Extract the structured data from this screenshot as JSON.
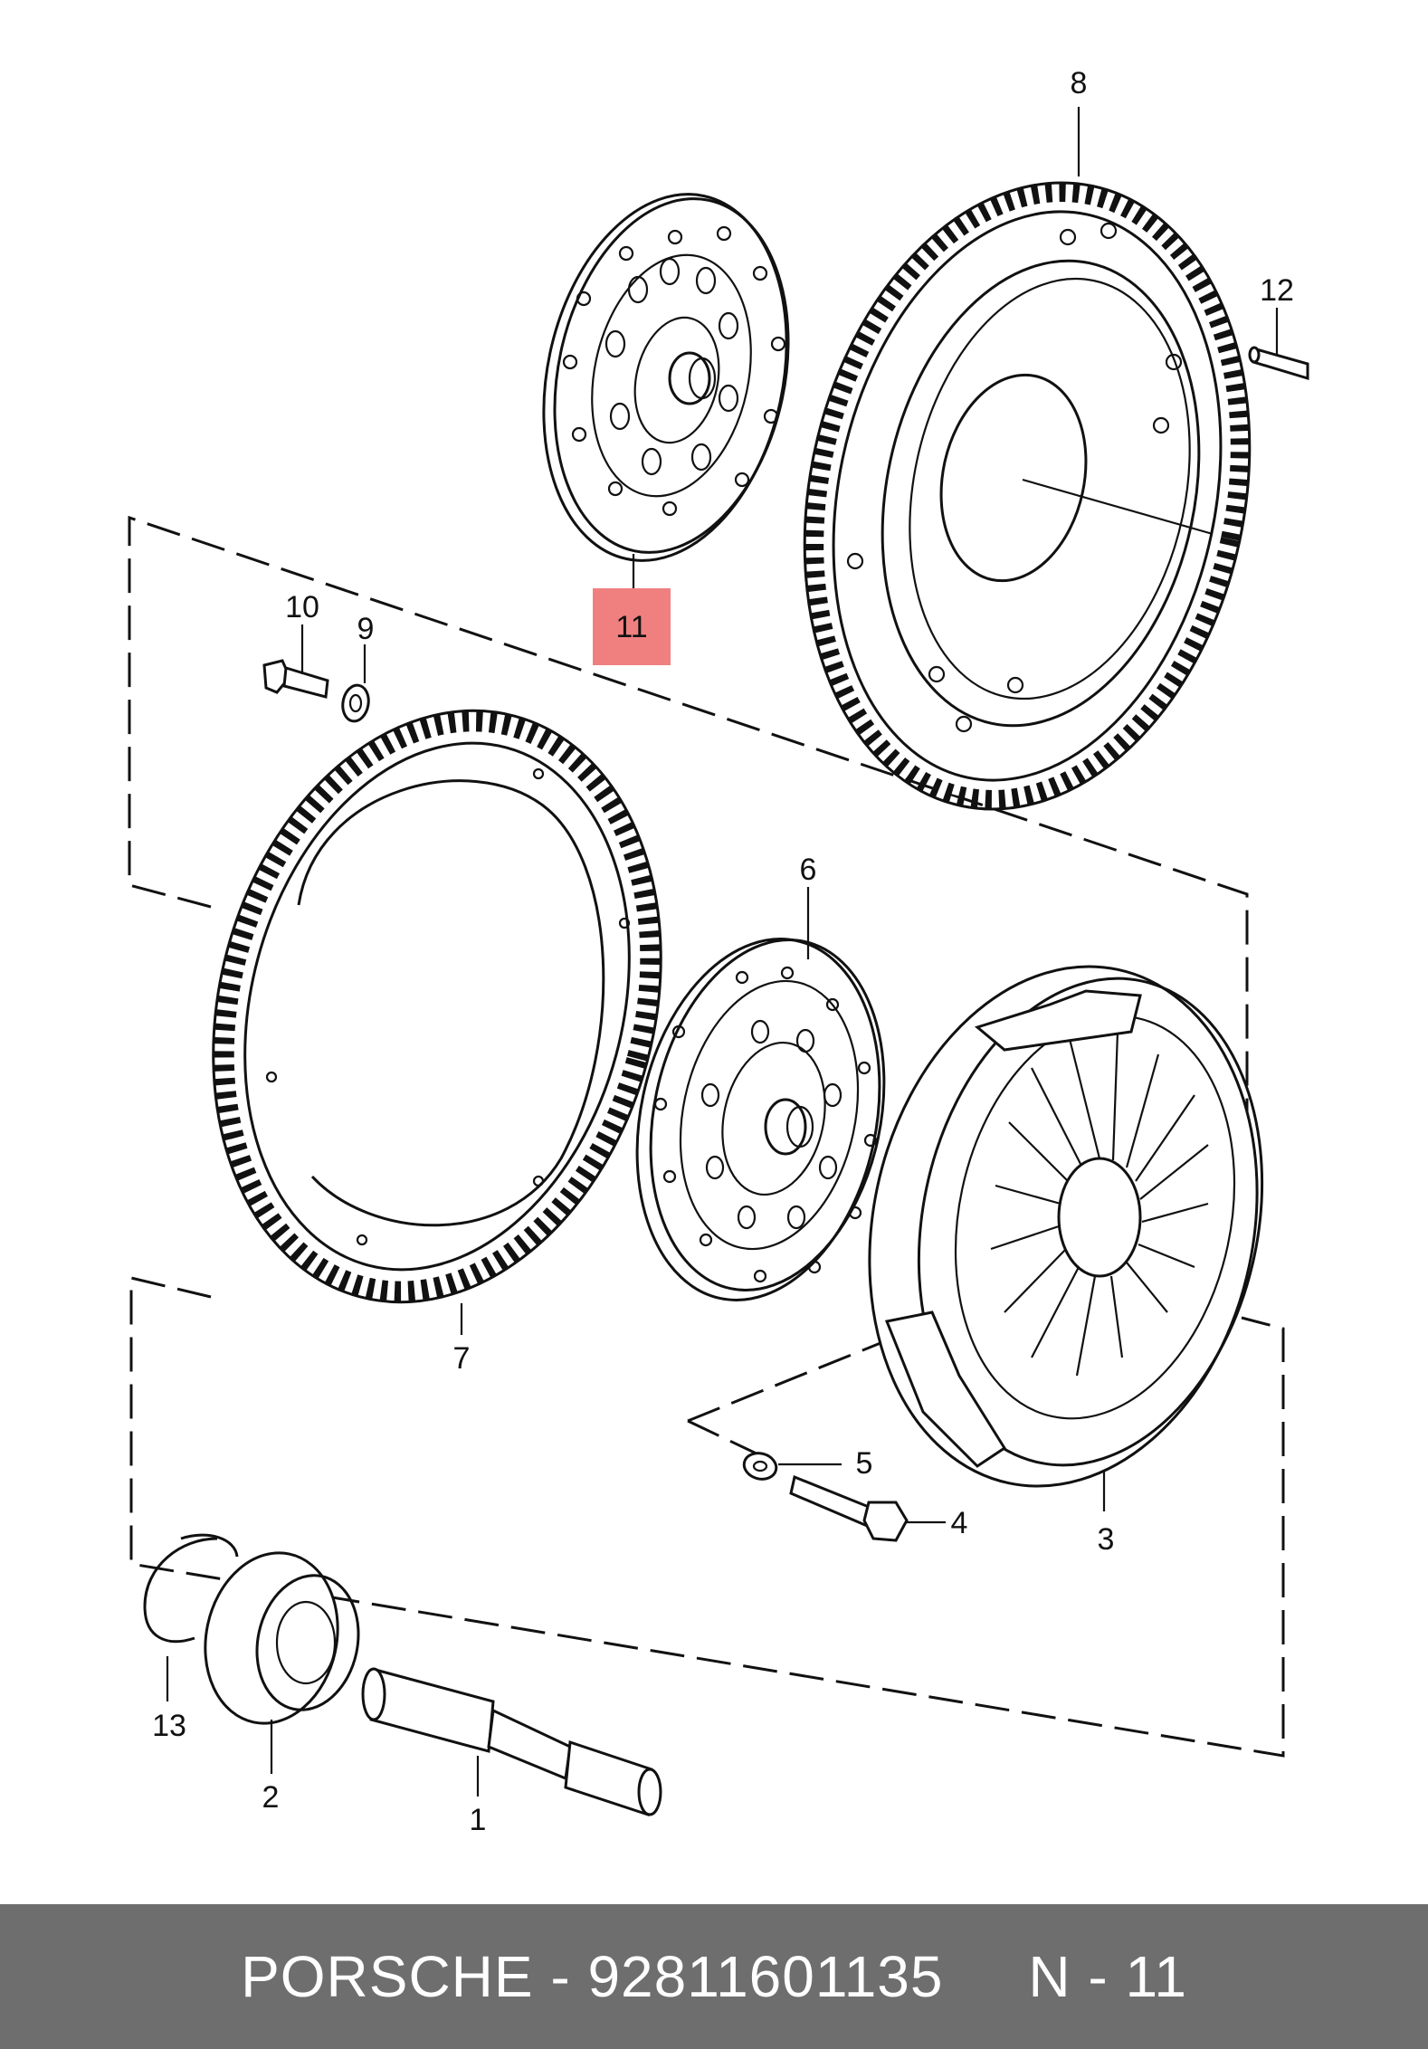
{
  "diagram": {
    "part_labels": [
      {
        "id": "1",
        "text": "1"
      },
      {
        "id": "2",
        "text": "2"
      },
      {
        "id": "3",
        "text": "3"
      },
      {
        "id": "4",
        "text": "4"
      },
      {
        "id": "5",
        "text": "5"
      },
      {
        "id": "6",
        "text": "6"
      },
      {
        "id": "7",
        "text": "7"
      },
      {
        "id": "8",
        "text": "8"
      },
      {
        "id": "9",
        "text": "9"
      },
      {
        "id": "10",
        "text": "10"
      },
      {
        "id": "11",
        "text": "11"
      },
      {
        "id": "12",
        "text": "12"
      },
      {
        "id": "13",
        "text": "13"
      }
    ],
    "highlighted_part": "11",
    "highlight_color": "#f08080"
  },
  "footer": {
    "text": "PORSCHE - 92811601135     N - 11",
    "background_color": "#6e6e6e",
    "text_color": "#ffffff"
  }
}
